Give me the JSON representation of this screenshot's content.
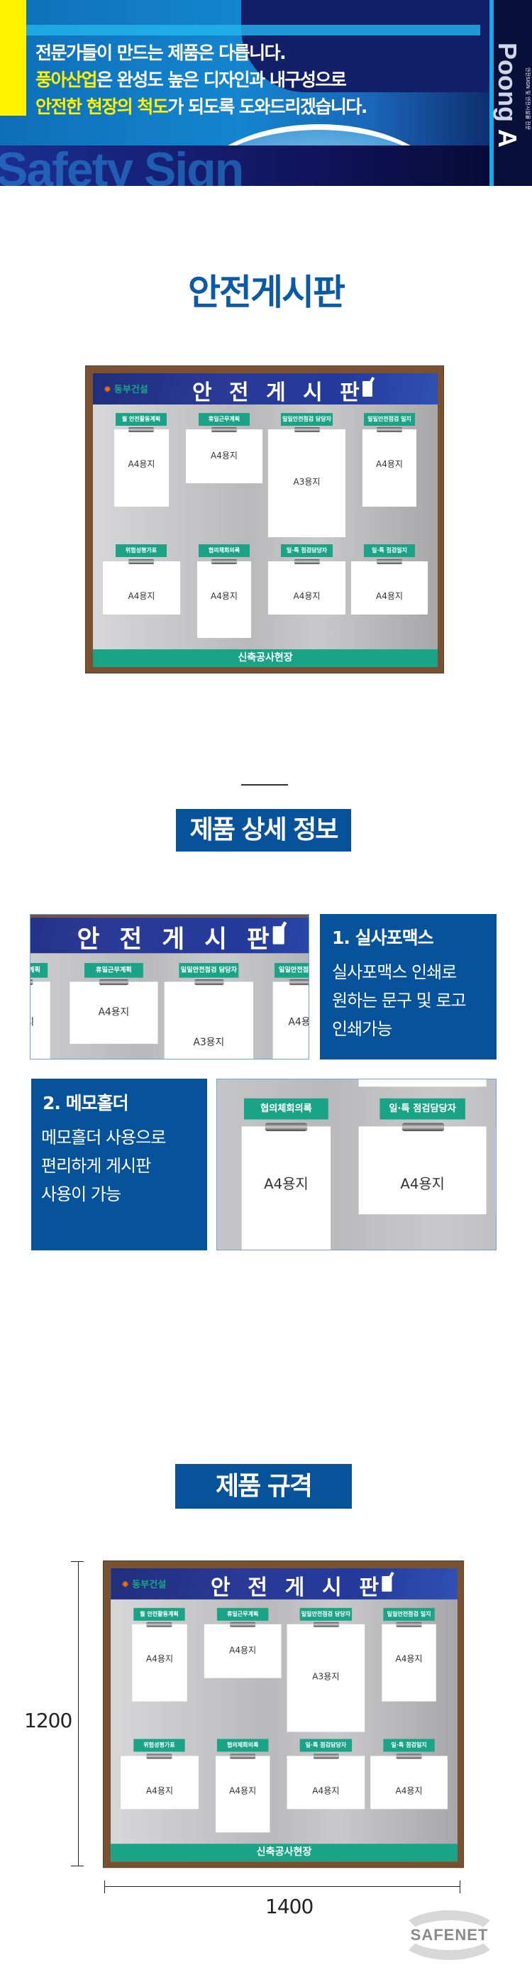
{
  "banner": {
    "line1": "전문가들이 만드는 제품은 다릅니다.",
    "line2_highlight": "풍아산업",
    "line2_rest": "은 완성도 높은 디자인과 내구성으로",
    "line3_highlight": "안전한 현장의 척도",
    "line3_rest": "가 되도록 도와드리겠습니다.",
    "bg_text": "Safety Sign",
    "brand_a": "Poong",
    "brand_b": "A",
    "brand_tag": "안전SIGN 및 안전시설물 전문"
  },
  "product_title": "안전게시판",
  "board": {
    "company": "동부건설",
    "title": "안 전 게 시 판",
    "footer": "신축공사현장",
    "slots": [
      {
        "label": "월 안전활동계획",
        "paper": "A4용지"
      },
      {
        "label": "휴일근무계획",
        "paper": "A4용지"
      },
      {
        "label": "일일안전점검 담당자",
        "paper": "A3용지"
      },
      {
        "label": "일일안전점검 일지",
        "paper": "A4용지"
      },
      {
        "label": "위험성평가표",
        "paper": "A4용지"
      },
      {
        "label": "협의체회의록",
        "paper": "A4용지"
      },
      {
        "label": "일·특 점검담당자",
        "paper": "A4용지"
      },
      {
        "label": "일·특 점검일지",
        "paper": "A4용지"
      }
    ]
  },
  "details": {
    "title": "제품 상세 정보",
    "feature1": {
      "heading": "1. 실사포맥스",
      "lines": [
        "실사포맥스 인쇄로",
        "원하는 문구 및 로고",
        "인쇄가능"
      ]
    },
    "feature2": {
      "heading": "2. 메모홀더",
      "lines": [
        "메모홀더 사용으로",
        "편리하게 게시판",
        "사용이 가능"
      ]
    }
  },
  "spec": {
    "title": "제품 규격",
    "height": "1200",
    "width": "1400",
    "brand": "SAFENET"
  }
}
